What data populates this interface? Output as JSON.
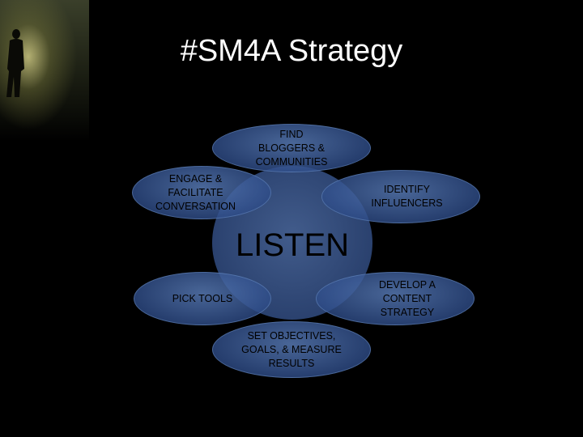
{
  "slide": {
    "title": "#SM4A Strategy"
  },
  "diagram": {
    "center": "LISTEN",
    "nodes": {
      "find_bloggers": "FIND BLOGGERS & COMMUNITIES",
      "identify_influencers": "IDENTIFY INFLUENCERS",
      "develop_content": "DEVELOP A CONTENT STRATEGY",
      "set_objectives": "SET OBJECTIVES, GOALS, & MEASURE RESULTS",
      "pick_tools": "PICK TOOLS",
      "engage": "ENGAGE & FACILITATE CONVERSATION"
    }
  }
}
